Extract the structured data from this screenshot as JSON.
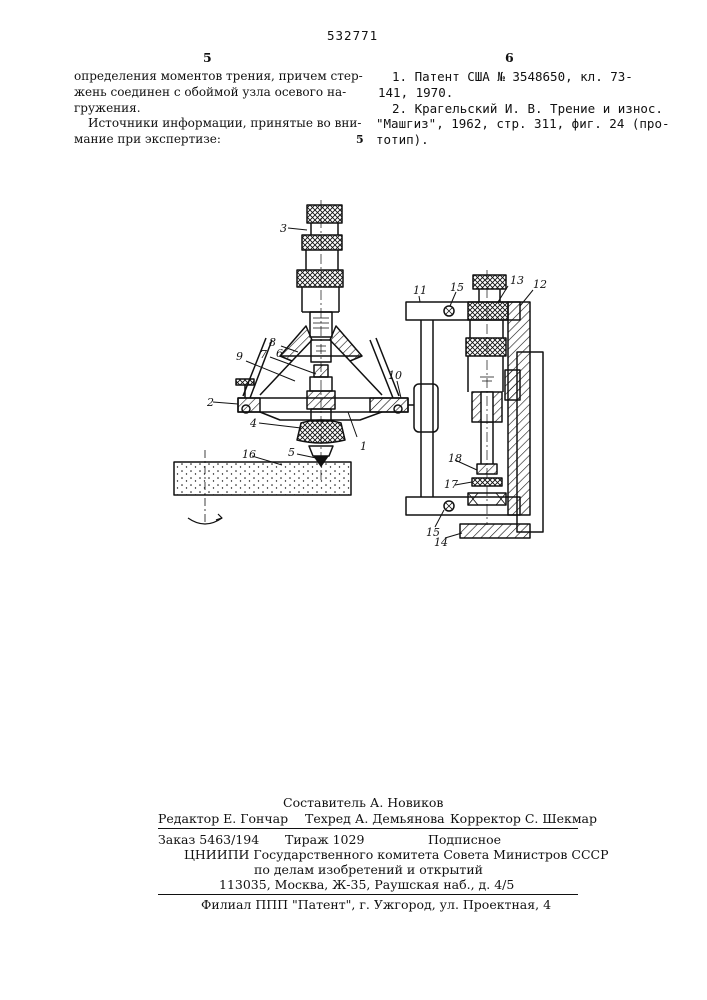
{
  "doc_number": "532771",
  "col_left_num": "5",
  "col_right_num": "6",
  "line_marker": "5",
  "left_col": {
    "line1": "определения моментов трения, причем стер-",
    "line2": "жень соединен с обоймой узла осевого на-",
    "line3": "гружения.",
    "line4": "Источники информации, принятые во вни-",
    "line5": "мание при экспертизе:"
  },
  "right_col": {
    "ref1_line1": "1. Патент США № 3548650, кл. 73-",
    "ref1_line2": "141, 1970.",
    "ref2_line1": "2. Крагельский И. В. Трение и износ.",
    "ref2_line2": "\"Машгиз\", 1962, стр. 311, фиг. 24 (про-",
    "ref2_line3": "тотип)."
  },
  "figure_labels": {
    "l1": "1",
    "l2": "2",
    "l3": "3",
    "l4": "4",
    "l5": "5",
    "l6": "6",
    "l7": "7",
    "l8": "8",
    "l9": "9",
    "l10": "10",
    "l11": "11",
    "l12": "12",
    "l13": "13",
    "l14": "14",
    "l15a": "15",
    "l15b": "15",
    "l16": "16",
    "l17": "17",
    "l18": "18"
  },
  "footer": {
    "compiler": "Составитель А. Новиков",
    "editor": "Редактор Е. Гончар",
    "techred": "Техред А. Демьянова",
    "corrector": "Корректор  С. Шекмар",
    "order": "Заказ 5463/194",
    "circulation": "Тираж 1029",
    "subscription": "Подписное",
    "org1": "ЦНИИПИ Государственного комитета Совета Министров СССР",
    "org2": "по делам изобретений и открытий",
    "address": "113035, Москва, Ж-35, Раушская наб., д. 4/5",
    "branch": "Филиал ППП \"Патент\", г. Ужгород, ул. Проектная, 4"
  }
}
